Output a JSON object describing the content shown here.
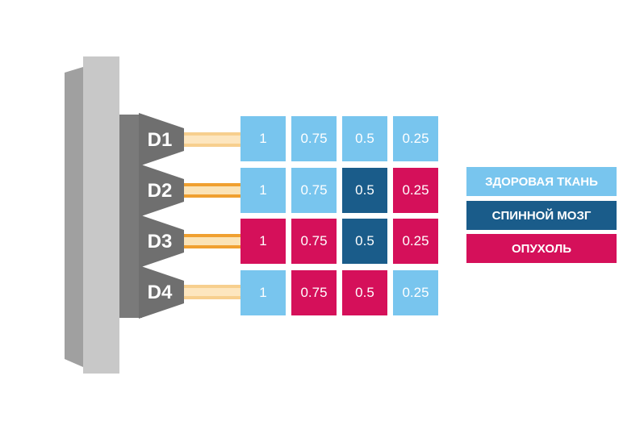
{
  "colors": {
    "healthy": "#78c5ee",
    "spinal_cord": "#1a5c8a",
    "tumor": "#d5105a",
    "device_dark": "#a0a0a0",
    "device_light": "#c8c8c8",
    "detector": "#6f6f6f",
    "beam_orange": "#f0a030",
    "beam_light": "#fde6bf"
  },
  "detectors": [
    {
      "label": "D1",
      "beam": "light",
      "cells": [
        {
          "value": "1",
          "tissue": "healthy"
        },
        {
          "value": "0.75",
          "tissue": "healthy"
        },
        {
          "value": "0.5",
          "tissue": "healthy"
        },
        {
          "value": "0.25",
          "tissue": "healthy"
        }
      ]
    },
    {
      "label": "D2",
      "beam": "orange",
      "cells": [
        {
          "value": "1",
          "tissue": "healthy"
        },
        {
          "value": "0.75",
          "tissue": "healthy"
        },
        {
          "value": "0.5",
          "tissue": "spinal_cord"
        },
        {
          "value": "0.25",
          "tissue": "tumor"
        }
      ]
    },
    {
      "label": "D3",
      "beam": "orange",
      "cells": [
        {
          "value": "1",
          "tissue": "tumor"
        },
        {
          "value": "0.75",
          "tissue": "tumor"
        },
        {
          "value": "0.5",
          "tissue": "spinal_cord"
        },
        {
          "value": "0.25",
          "tissue": "tumor"
        }
      ]
    },
    {
      "label": "D4",
      "beam": "light",
      "cells": [
        {
          "value": "1",
          "tissue": "healthy"
        },
        {
          "value": "0.75",
          "tissue": "tumor"
        },
        {
          "value": "0.5",
          "tissue": "tumor"
        },
        {
          "value": "0.25",
          "tissue": "healthy"
        }
      ]
    }
  ],
  "legend": [
    {
      "label": "ЗДОРОВАЯ ТКАНЬ",
      "tissue": "healthy"
    },
    {
      "label": "СПИННОЙ МОЗГ",
      "tissue": "spinal_cord"
    },
    {
      "label": "ОПУХОЛЬ",
      "tissue": "tumor"
    }
  ]
}
